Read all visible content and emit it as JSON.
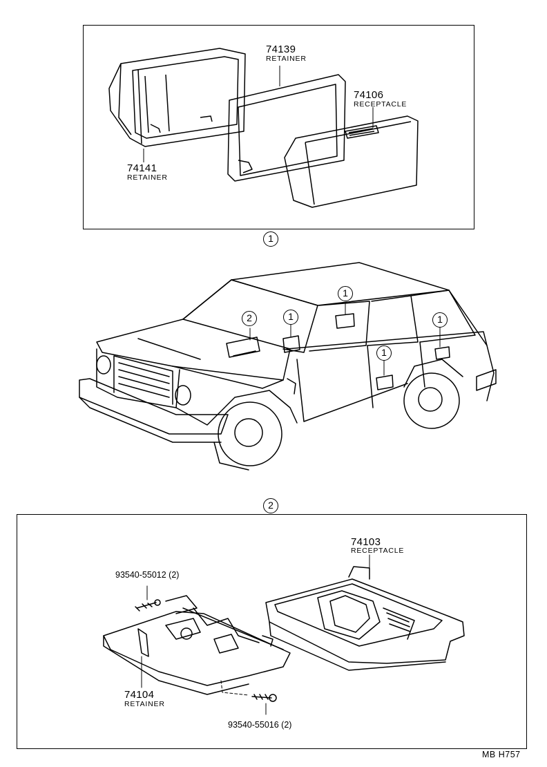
{
  "inset1": {
    "retainer_top": {
      "number": "74139",
      "name": "RETAINER"
    },
    "receptacle": {
      "number": "74106",
      "name": "RECEPTACLE"
    },
    "retainer_left": {
      "number": "74141",
      "name": "RETAINER"
    },
    "callout": "1"
  },
  "vehicle": {
    "callout_dash": "2",
    "callouts_rear": [
      "1",
      "1",
      "1",
      "1"
    ]
  },
  "inset2": {
    "callout": "2",
    "receptacle": {
      "number": "74103",
      "name": "RECEPTACLE"
    },
    "screw_top": "93540-55012 (2)",
    "retainer": {
      "number": "74104",
      "name": "RETAINER"
    },
    "screw_bottom": "93540-55016 (2)"
  },
  "footer": {
    "code": "MB H757"
  }
}
